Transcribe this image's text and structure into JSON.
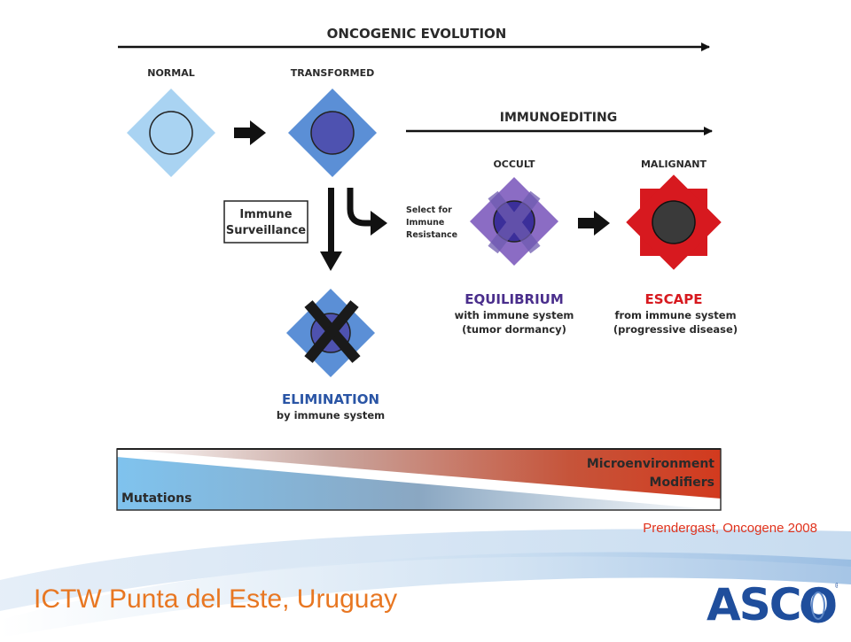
{
  "diagram": {
    "oncogenic_evolution": "ONCOGENIC EVOLUTION",
    "immunoediting": "IMMUNOEDITING",
    "states": {
      "normal": "NORMAL",
      "transformed": "TRANSFORMED",
      "occult": "OCCULT",
      "malignant": "MALIGNANT"
    },
    "immune_surveillance": [
      "Immune",
      "Surveillance"
    ],
    "select_for": [
      "Select for",
      "Immune",
      "Resistance"
    ],
    "equilibrium": {
      "title": "EQUILIBRIUM",
      "line1": "with immune system",
      "line2": "(tumor dormancy)"
    },
    "escape": {
      "title": "ESCAPE",
      "line1": "from immune system",
      "line2": "(progressive disease)"
    },
    "elimination": {
      "title": "ELIMINATION",
      "line1": "by immune system"
    },
    "gradient": {
      "left_label": "Mutations",
      "right_label": [
        "Microenvironment",
        "Modifiers"
      ]
    }
  },
  "citation": "Prendergast, Oncogene 2008",
  "footer": {
    "title": "ICTW Punta del Este, Uruguay",
    "logo_text": "ASCO"
  },
  "colors": {
    "normal": "#a9d3f2",
    "transformed": "#5b8fd6",
    "occult": "#8b6cc4",
    "malignant": "#d7191f",
    "elimination_text": "#2a55a5",
    "equilibrium_text": "#4a2e8c",
    "escape_text": "#d7191f",
    "citation": "#e0321c",
    "footer_title": "#e87722",
    "asco_blue": "#1f4e9c"
  }
}
